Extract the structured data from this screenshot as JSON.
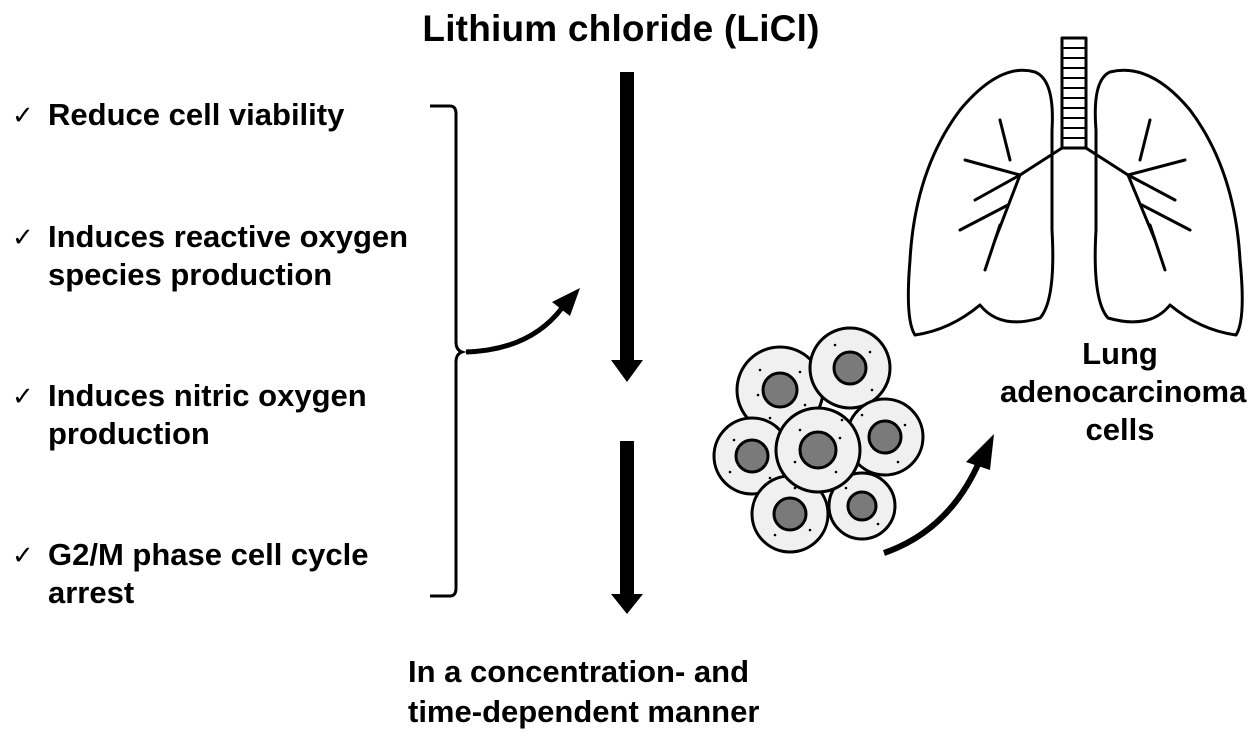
{
  "title": "Lithium chloride (LiCl)",
  "effects": [
    {
      "check": "✓",
      "lines": [
        "Reduce cell viability"
      ]
    },
    {
      "check": "✓",
      "lines": [
        "Induces reactive oxygen",
        "species production"
      ]
    },
    {
      "check": "✓",
      "lines": [
        "Induces nitric oxygen",
        "production"
      ]
    },
    {
      "check": "✓",
      "lines": [
        "G2/M phase cell cycle",
        "arrest"
      ]
    }
  ],
  "manner": [
    "In a concentration- and",
    "time-dependent manner"
  ],
  "cells_label": [
    "Lung",
    "adenocarcinoma",
    "cells"
  ],
  "icons": {
    "lungs": "lungs-icon",
    "cells": "cell-cluster-icon"
  },
  "colors": {
    "ink": "#000000",
    "cell_fill": "#f0f0f0",
    "nucleus": "#7a7a7a"
  }
}
